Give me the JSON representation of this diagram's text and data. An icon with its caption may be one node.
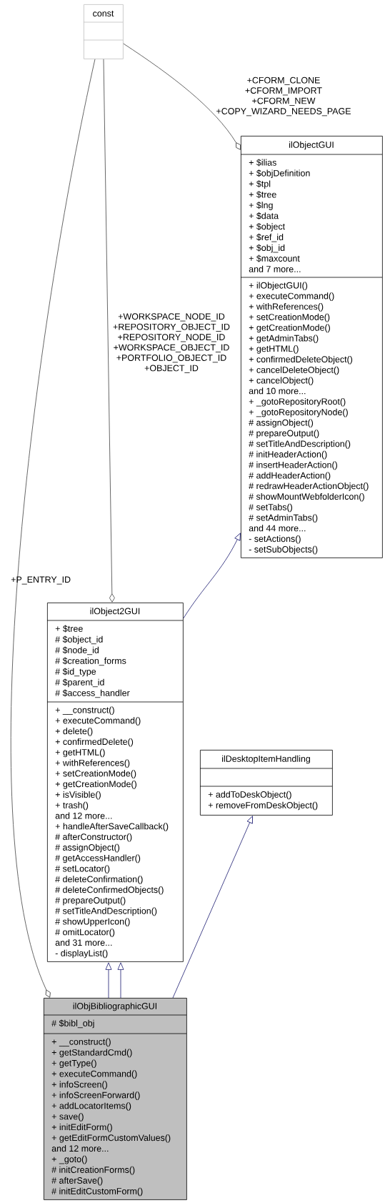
{
  "diagram": {
    "nodes": [
      {
        "text": [
          "const"
        ]
      },
      {
        "text": [
          "ilObjectGUI",
          "+ $ilias",
          "+ $objDefinition",
          "+ $tpl",
          "+ $tree",
          "+ $lng",
          "+ $data",
          "+ $object",
          "+ $ref_id",
          "+ $obj_id",
          "+ $maxcount",
          "and 7 more...",
          "+ ilObjectGUI()",
          "+ executeCommand()",
          "+ withReferences()",
          "+ setCreationMode()",
          "+ getCreationMode()",
          "+ getAdminTabs()",
          "+ getHTML()",
          "+ confirmedDeleteObject()",
          "+ cancelDeleteObject()",
          "+ cancelObject()",
          "and 10 more...",
          "+ _gotoRepositoryRoot()",
          "+ _gotoRepositoryNode()",
          "# assignObject()",
          "# prepareOutput()",
          "# setTitleAndDescription()",
          "# initHeaderAction()",
          "# insertHeaderAction()",
          "# addHeaderAction()",
          "# redrawHeaderActionObject()",
          "# showMountWebfolderIcon()",
          "# setTabs()",
          "# setAdminTabs()",
          "and 44 more...",
          "- setActions()",
          "- setSubObjects()"
        ]
      },
      {
        "text": [
          "ilObject2GUI",
          "+ $tree",
          "# $object_id",
          "# $node_id",
          "# $creation_forms",
          "# $id_type",
          "# $parent_id",
          "# $access_handler",
          "+ __construct()",
          "+ executeCommand()",
          "+ delete()",
          "+ confirmedDelete()",
          "+ getHTML()",
          "+ withReferences()",
          "+ setCreationMode()",
          "+ getCreationMode()",
          "+ isVisible()",
          "+ trash()",
          "and 12 more...",
          "+ handleAfterSaveCallback()",
          "# afterConstructor()",
          "# assignObject()",
          "# getAccessHandler()",
          "# setLocator()",
          "# deleteConfirmation()",
          "# deleteConfirmedObjects()",
          "# prepareOutput()",
          "# setTitleAndDescription()",
          "# showUpperIcon()",
          "# omitLocator()",
          "and 31 more...",
          "- displayList()"
        ]
      },
      {
        "text": [
          "ilDesktopItemHandling",
          "+ addToDeskObject()",
          "+ removeFromDeskObject()"
        ]
      },
      {
        "text": [
          "ilObjBibliographicGUI",
          "# $bibl_obj",
          "+ __construct()",
          "+ getStandardCmd()",
          "+ getType()",
          "+ executeCommand()",
          "+ infoScreen()",
          "+ infoScreenForward()",
          "+ addLocatorItems()",
          "+ save()",
          "+ initEditForm()",
          "+ getEditFormCustomValues()",
          "and 12 more...",
          "+ _goto()",
          "# initCreationForms()",
          "# afterSave()",
          "# initEditCustomForm()"
        ]
      }
    ],
    "edges": [
      {
        "from": 0,
        "to": 1,
        "arrow": "other",
        "label": "+CFORM_CLONE +CFORM_IMPORT +CFORM_NEW +COPY_WIZARD_NEEDS_PAGE",
        "color": "#404040"
      },
      {
        "from": 0,
        "to": 2,
        "arrow": "other",
        "label": "+WORKSPACE_NODE_ID +REPOSITORY_OBJECT_ID +REPOSITORY_NODE_ID +WORKSPACE_OBJECT_ID +PORTFOLIO_OBJECT_ID +OBJECT_ID",
        "color": "#404040"
      },
      {
        "from": 0,
        "to": 4,
        "arrow": "other",
        "label": "+P_ENTRY_ID",
        "color": "#404040"
      },
      {
        "from": 2,
        "to": 1,
        "arrow": "to"
      },
      {
        "from": 4,
        "to": 2,
        "arrow": "to"
      },
      {
        "from": 4,
        "to": 2,
        "arrow": "to"
      },
      {
        "from": 4,
        "to": 3,
        "arrow": "to"
      }
    ]
  }
}
